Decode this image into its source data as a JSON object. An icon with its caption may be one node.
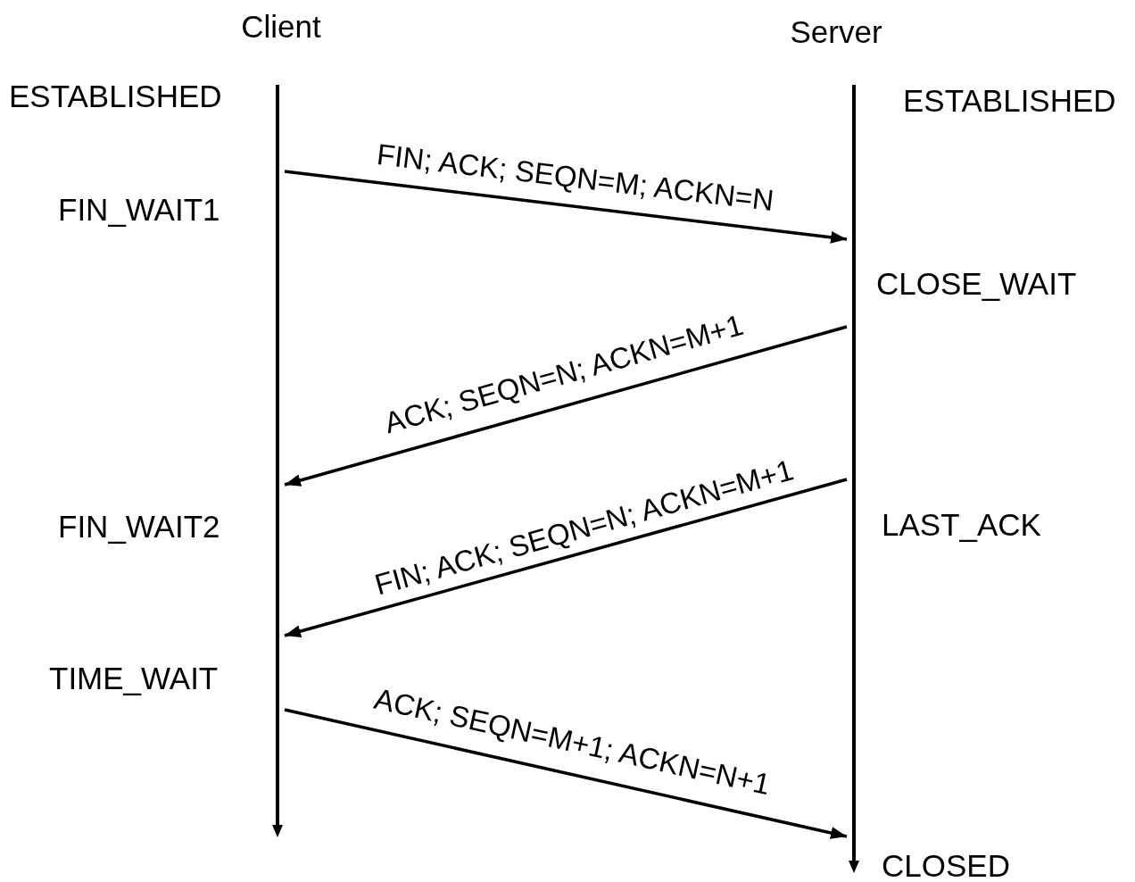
{
  "diagram": {
    "nodes": [
      {
        "text": [
          "Client"
        ],
        "beside": [
          "ESTABLISHED",
          "FIN_WAIT1",
          "FIN_WAIT2",
          "TIME_WAIT"
        ]
      },
      {
        "text": [
          "Server"
        ],
        "beside": [
          "ESTABLISHED",
          "CLOSE_WAIT",
          "LAST_ACK",
          "CLOSED"
        ]
      }
    ],
    "edges": [
      {
        "from": 0,
        "to": 1,
        "arrow": "to",
        "label": "FIN; ACK; SEQN=M; ACKN=N"
      },
      {
        "from": 1,
        "to": 0,
        "arrow": "to",
        "label": "ACK; SEQN=N; ACKN=M+1"
      },
      {
        "from": 1,
        "to": 0,
        "arrow": "to",
        "label": "FIN; ACK; SEQN=N; ACKN=M+1"
      },
      {
        "from": 0,
        "to": 1,
        "arrow": "to",
        "label": "ACK; SEQN=M+1; ACKN=N+1"
      }
    ]
  }
}
